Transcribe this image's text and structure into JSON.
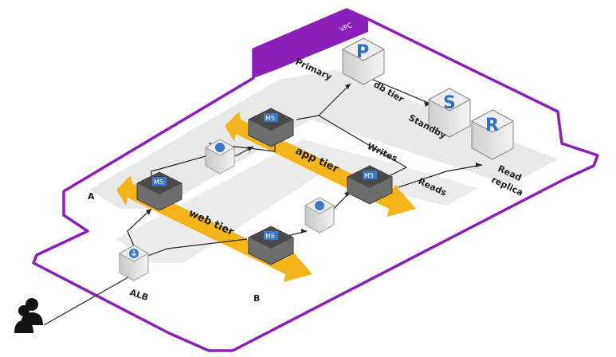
{
  "colors": {
    "vpc_border": "#8a1fb8",
    "tier_arrow": "#f3b51a",
    "zone_band": "#e6e6e6",
    "db_letter": "#2f6fbf",
    "instance_top": "#4a4a4a",
    "m5_badge": "#3d78c2"
  },
  "vpc": {
    "label": "VPC"
  },
  "zones": {
    "a": "A",
    "b": "B"
  },
  "tiers": {
    "web": "web tier",
    "app": "app tier",
    "db": "db tier"
  },
  "instance_badge": "M5",
  "database": {
    "primary": {
      "letter": "P",
      "label": "Primary"
    },
    "standby": {
      "letter": "S",
      "label": "Standby"
    },
    "replica": {
      "letter": "R",
      "label_line1": "Read",
      "label_line2": "replica"
    }
  },
  "connections": {
    "writes": "Writes",
    "reads": "Reads"
  },
  "load_balancer": {
    "label": "ALB",
    "icon": "load-balancer-icon"
  },
  "users": {
    "icon": "users-icon"
  }
}
